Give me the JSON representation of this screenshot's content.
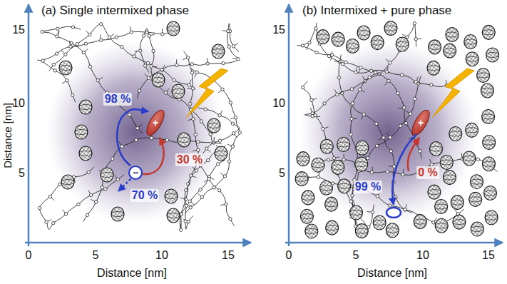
{
  "diagram": {
    "labels": [
      "(a) Single intermixed phase",
      "15",
      "10",
      "5",
      "0",
      "5",
      "10",
      "15",
      "Distance [nm]",
      "Distance [nm]",
      "98 %",
      "30 %",
      "70 %",
      "+",
      "−",
      "(b) Intermixed + pure phase",
      "15",
      "10",
      "5",
      "0",
      "5",
      "10",
      "15",
      "Distance [nm]",
      "99 %",
      "0 %",
      "+"
    ]
  }
}
